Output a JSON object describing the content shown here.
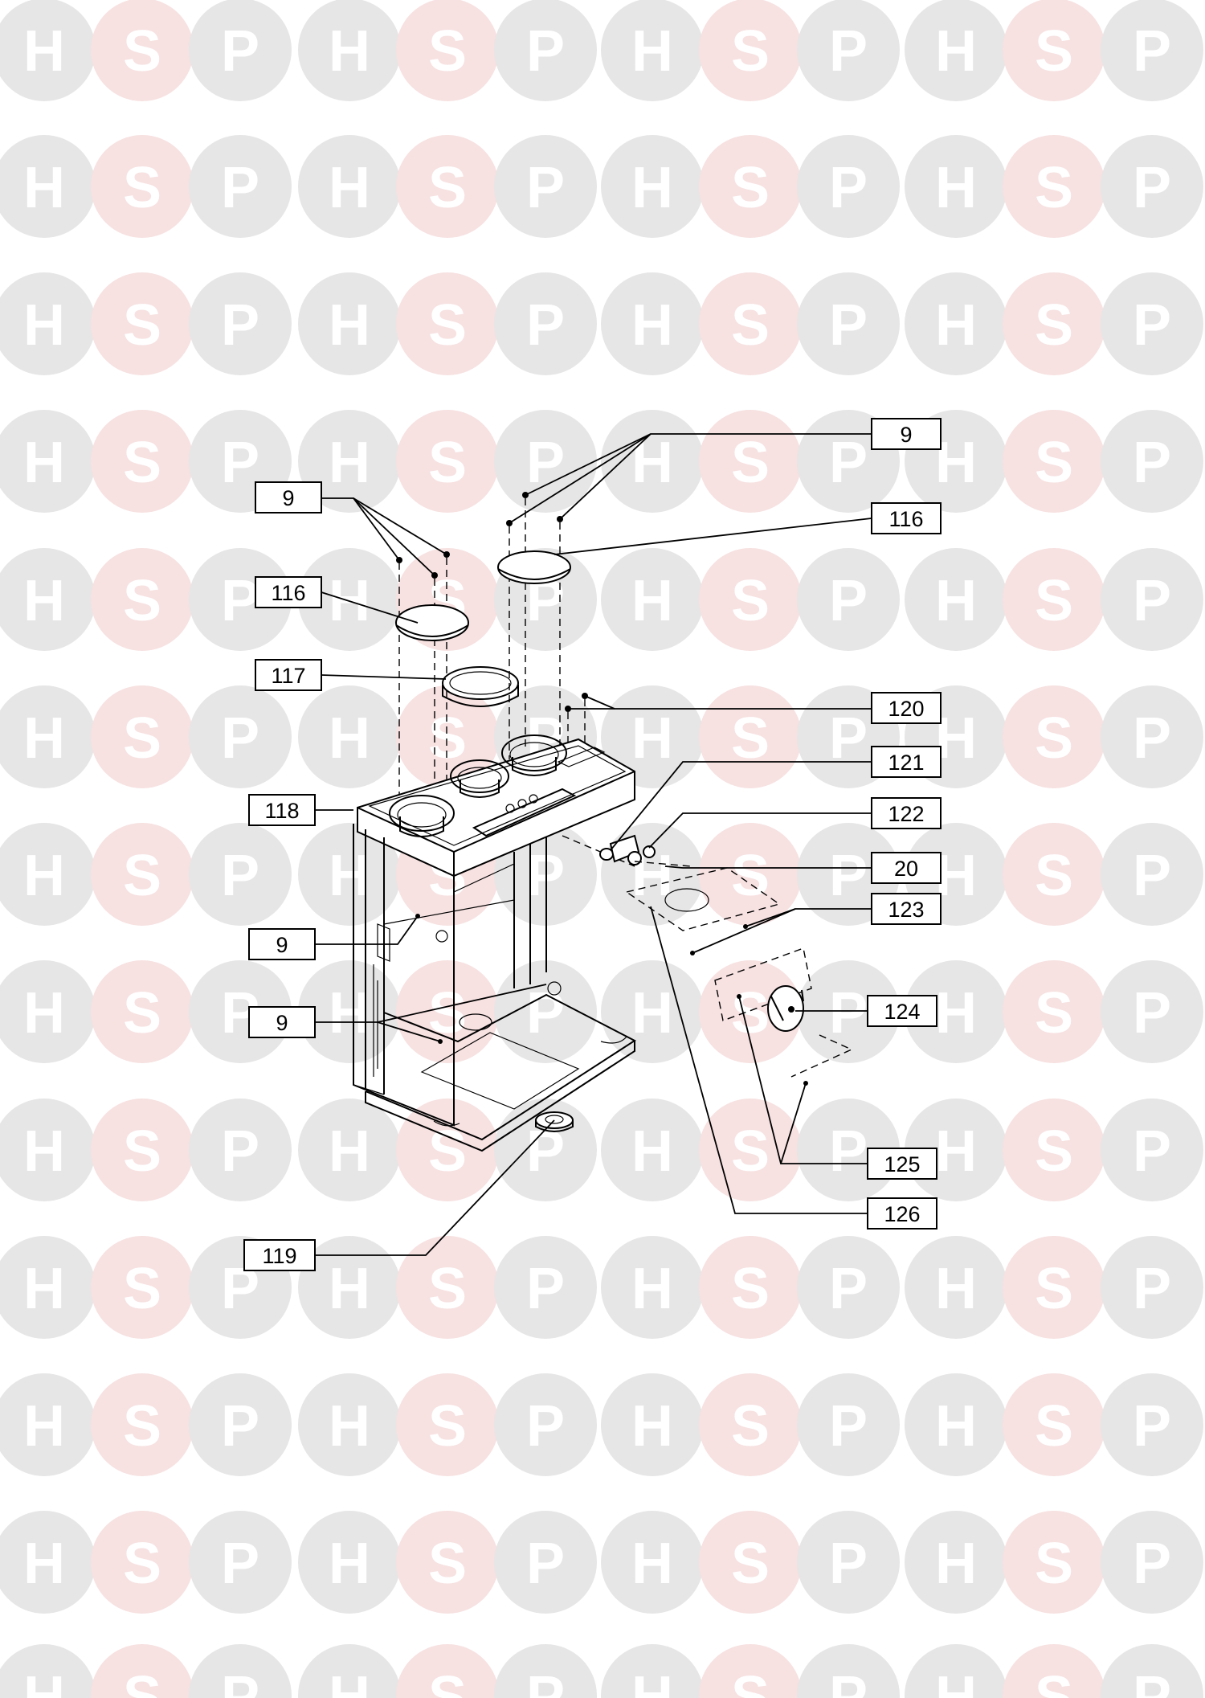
{
  "watermark": {
    "letters": [
      "H",
      "S",
      "P"
    ],
    "colors": {
      "h": "#e6e6e6",
      "s": "#f7e1e1",
      "p": "#e6e6e6",
      "text": "#ffffff"
    }
  },
  "callouts": [
    {
      "id": "c-9-top-right",
      "text": "9"
    },
    {
      "id": "c-116-right",
      "text": "116"
    },
    {
      "id": "c-9-top-left",
      "text": "9"
    },
    {
      "id": "c-116-left",
      "text": "116"
    },
    {
      "id": "c-117",
      "text": "117"
    },
    {
      "id": "c-120",
      "text": "120"
    },
    {
      "id": "c-121",
      "text": "121"
    },
    {
      "id": "c-118",
      "text": "118"
    },
    {
      "id": "c-122",
      "text": "122"
    },
    {
      "id": "c-20",
      "text": "20"
    },
    {
      "id": "c-123",
      "text": "123"
    },
    {
      "id": "c-9-mid",
      "text": "9"
    },
    {
      "id": "c-124",
      "text": "124"
    },
    {
      "id": "c-9-low",
      "text": "9"
    },
    {
      "id": "c-125",
      "text": "125"
    },
    {
      "id": "c-126",
      "text": "126"
    },
    {
      "id": "c-119",
      "text": "119"
    }
  ]
}
